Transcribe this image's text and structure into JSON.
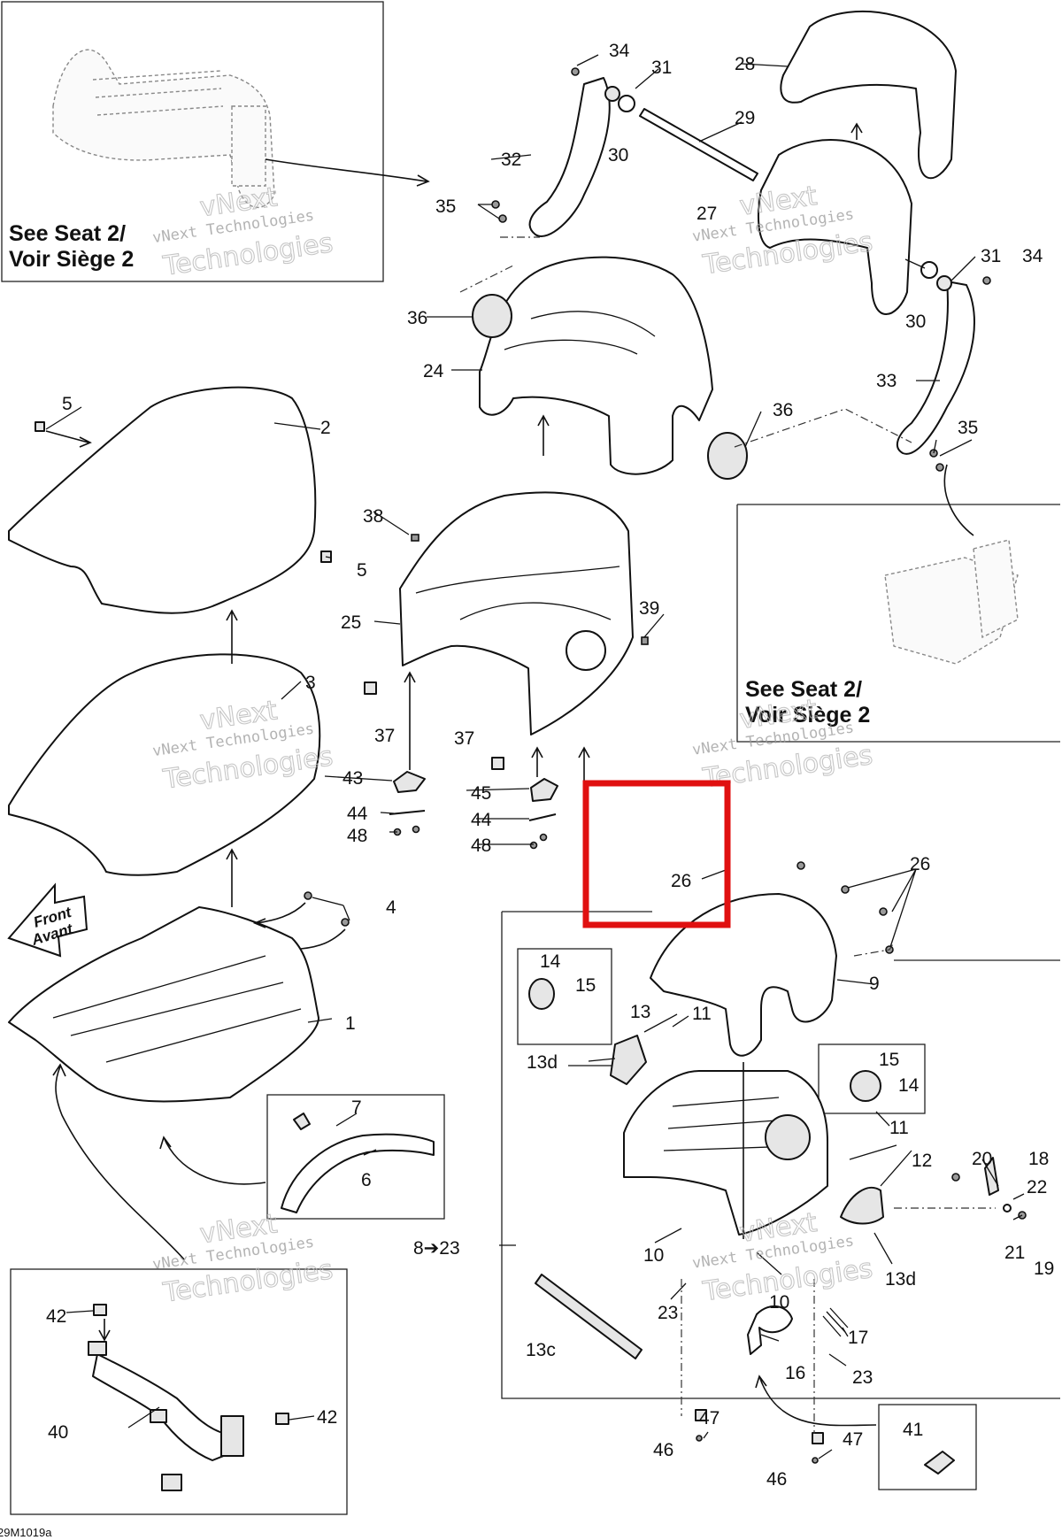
{
  "diagram_code": "29M1019a",
  "see_reference": {
    "line1": "See Seat 2/",
    "line2": "Voir Siège 2"
  },
  "front_label": {
    "line1": "Front",
    "line2": "Avant"
  },
  "watermark": {
    "line1": "vNext Technologies",
    "line2": "Technologies",
    "prefix": "vNext"
  },
  "callouts": {
    "c1": "1",
    "c2": "2",
    "c3": "3",
    "c4": "4",
    "c5a": "5",
    "c5b": "5",
    "c6": "6",
    "c7": "7",
    "c8_23": "8➔23",
    "c9": "9",
    "c10a": "10",
    "c10b": "10",
    "c11a": "11",
    "c11b": "11",
    "c12": "12",
    "c13": "13",
    "c13c": "13c",
    "c13d_a": "13d",
    "c13d_b": "13d",
    "c14a": "14",
    "c14b": "14",
    "c15a": "15",
    "c15b": "15",
    "c16": "16",
    "c17": "17",
    "c18": "18",
    "c19": "19",
    "c20": "20",
    "c21": "21",
    "c22": "22",
    "c23a": "23",
    "c23b": "23",
    "c24": "24",
    "c25": "25",
    "c26a": "26",
    "c26b": "26",
    "c27": "27",
    "c28": "28",
    "c29": "29",
    "c30a": "30",
    "c30b": "30",
    "c31a": "31",
    "c31b": "31",
    "c32": "32",
    "c33": "33",
    "c34a": "34",
    "c34b": "34",
    "c35a": "35",
    "c35b": "35",
    "c36a": "36",
    "c36b": "36",
    "c37a": "37",
    "c37b": "37",
    "c38": "38",
    "c39": "39",
    "c40": "40",
    "c41": "41",
    "c42a": "42",
    "c42b": "42",
    "c43": "43",
    "c44a": "44",
    "c44b": "44",
    "c45": "45",
    "c46a": "46",
    "c46b": "46",
    "c47a": "47",
    "c47b": "47",
    "c48a": "48",
    "c48b": "48"
  },
  "highlight_color": "#e01010"
}
